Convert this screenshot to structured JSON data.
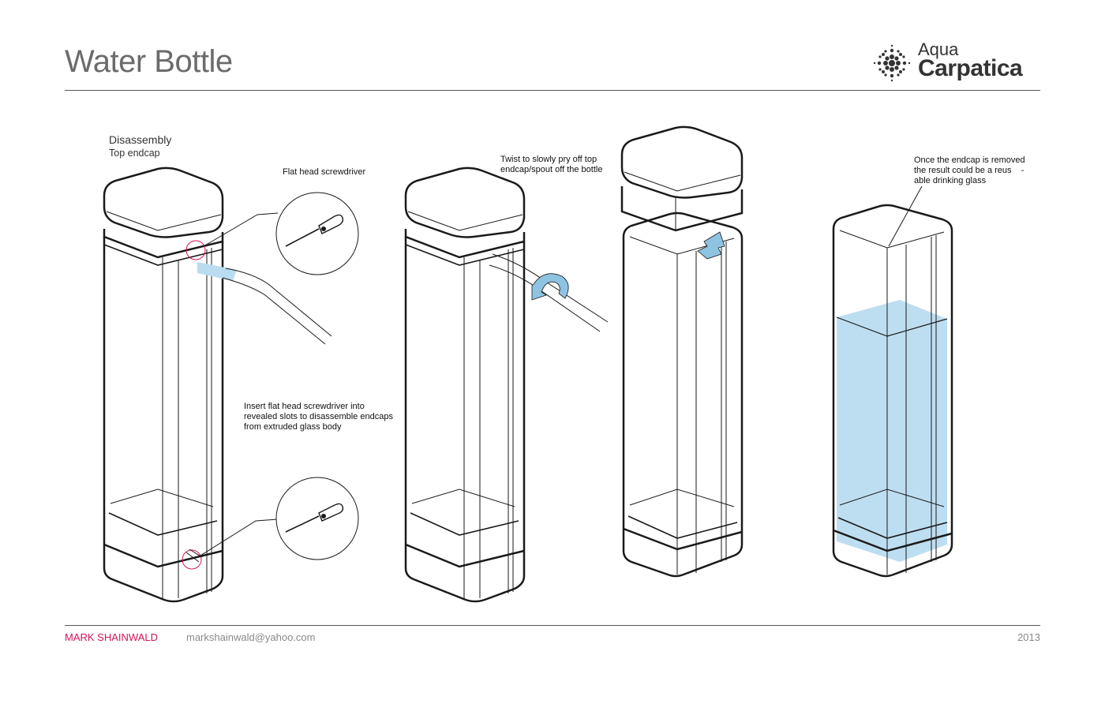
{
  "header": {
    "title": "Water Bottle"
  },
  "logo": {
    "line1": "Aqua",
    "line2": "Carpatica"
  },
  "section": {
    "heading": "Disassembly",
    "subheading": "Top endcap"
  },
  "callouts": {
    "screwdriver": "Flat head screwdriver",
    "insert": [
      "Insert flat head screwdriver into",
      "revealed slots to disassemble endcaps",
      "from extruded glass body"
    ],
    "twist": [
      "Twist to slowly pry off top",
      "endcap/spout off the bottle"
    ],
    "result": [
      "Once the endcap is removed",
      "the result could be a reus    -",
      "able drinking glass"
    ]
  },
  "footer": {
    "name": "MARK SHAINWALD",
    "email": "markshainwald@yahoo.com",
    "year": "2013"
  },
  "colors": {
    "accent": "#d4145a",
    "water": "#b9dcef",
    "arrow": "#8fc3e2",
    "rule": "#555555"
  }
}
